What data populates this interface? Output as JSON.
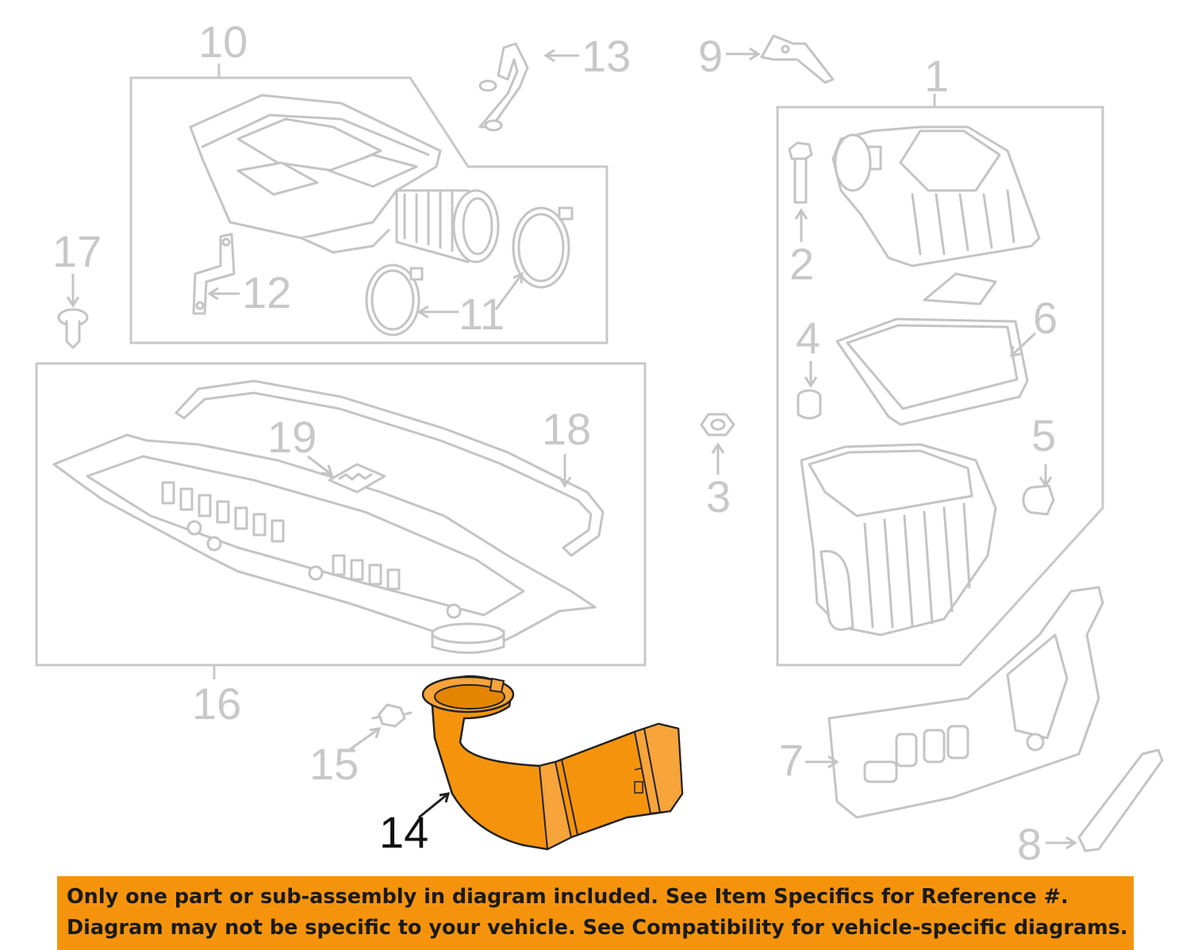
{
  "diagram": {
    "callouts": [
      {
        "id": "1",
        "label": "1"
      },
      {
        "id": "2",
        "label": "2"
      },
      {
        "id": "3",
        "label": "3"
      },
      {
        "id": "4",
        "label": "4"
      },
      {
        "id": "5",
        "label": "5"
      },
      {
        "id": "6",
        "label": "6"
      },
      {
        "id": "7",
        "label": "7"
      },
      {
        "id": "8",
        "label": "8"
      },
      {
        "id": "9",
        "label": "9"
      },
      {
        "id": "10",
        "label": "10"
      },
      {
        "id": "11",
        "label": "11"
      },
      {
        "id": "12",
        "label": "12"
      },
      {
        "id": "13",
        "label": "13"
      },
      {
        "id": "14",
        "label": "14",
        "highlighted": true
      },
      {
        "id": "15",
        "label": "15"
      },
      {
        "id": "16",
        "label": "16"
      },
      {
        "id": "17",
        "label": "17"
      },
      {
        "id": "18",
        "label": "18"
      },
      {
        "id": "19",
        "label": "19"
      }
    ],
    "highlight_color": "#f5940c",
    "line_color": "#c8c8c8"
  },
  "banner": {
    "line1": "Only one part or sub-assembly in diagram included. See Item Specifics for Reference #.",
    "line2": "Diagram may not be specific to your vehicle. See Compatibility for vehicle-specific diagrams.",
    "background": "#f5940c"
  }
}
